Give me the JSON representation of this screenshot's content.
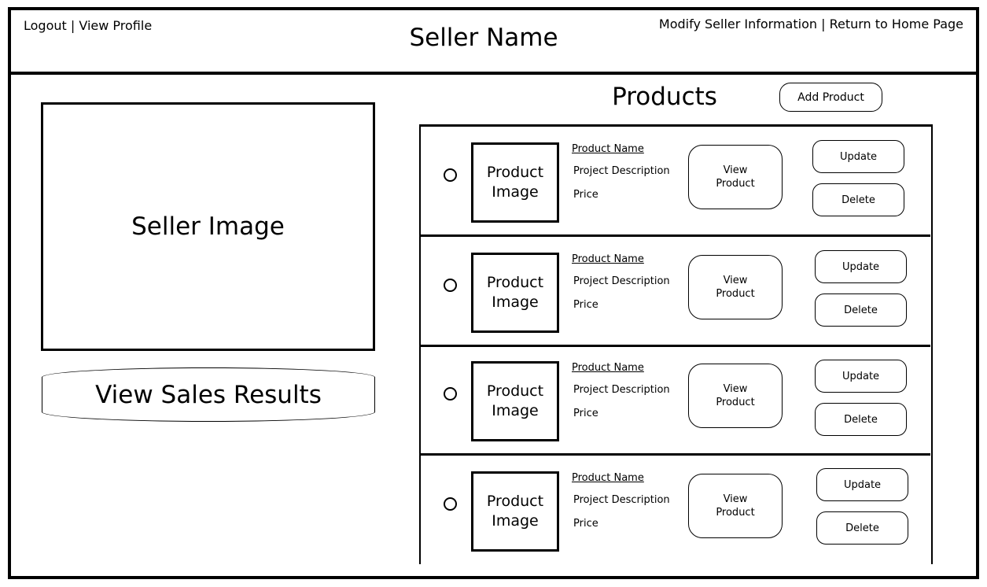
{
  "header": {
    "logout": "Logout",
    "separator": "|",
    "view_profile": "View Profile",
    "seller_name": "Seller Name",
    "modify_seller": "Modify Seller Information",
    "return_home": "Return to Home Page"
  },
  "seller": {
    "image_label": "Seller Image",
    "sales_button": "View Sales Results"
  },
  "products": {
    "title": "Products",
    "add_button": "Add Product",
    "items": [
      {
        "image_line1": "Product",
        "image_line2": "Image",
        "name": "Product Name",
        "description": "Project Description",
        "price": "Price",
        "view_line1": "View",
        "view_line2": "Product",
        "update": "Update",
        "delete": "Delete"
      },
      {
        "image_line1": "Product",
        "image_line2": "Image",
        "name": "Product Name",
        "description": "Project Description",
        "price": "Price",
        "view_line1": "View",
        "view_line2": "Product",
        "update": "Update",
        "delete": "Delete"
      },
      {
        "image_line1": "Product",
        "image_line2": "Image",
        "name": "Product Name",
        "description": "Project Description",
        "price": "Price",
        "view_line1": "View",
        "view_line2": "Product",
        "update": "Update",
        "delete": "Delete"
      },
      {
        "image_line1": "Product",
        "image_line2": "Image",
        "name": "Product Name",
        "description": "Project Description",
        "price": "Price",
        "view_line1": "View",
        "view_line2": "Product",
        "update": "Update",
        "delete": "Delete"
      }
    ]
  }
}
